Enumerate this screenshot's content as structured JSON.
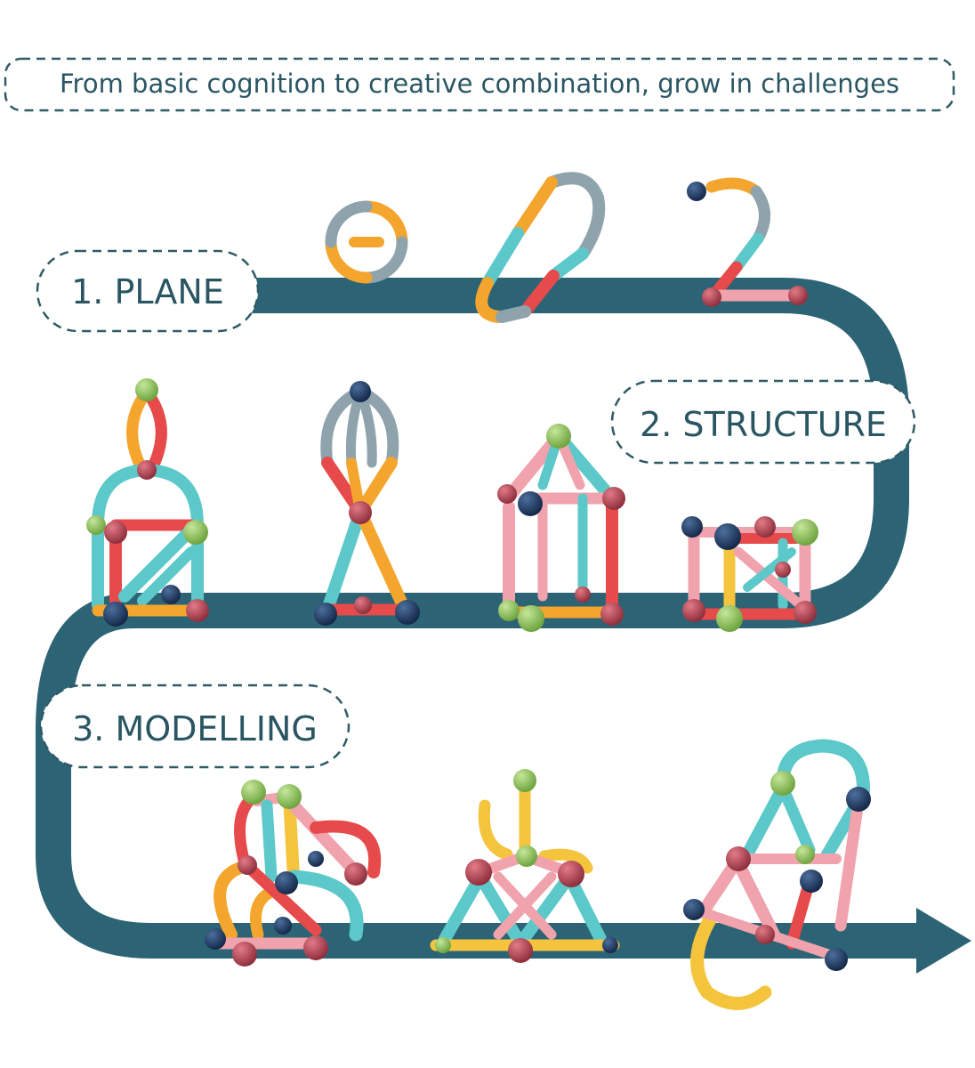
{
  "headline": "From basic cognition to creative combination, grow in challenges",
  "stages": [
    {
      "label": "1. PLANE"
    },
    {
      "label": "2. STRUCTURE"
    },
    {
      "label": "3. MODELLING"
    }
  ],
  "colors": {
    "path": "#2c6375",
    "dashed_border": "#2f5a66",
    "text": "#2a5663",
    "rod_orange": "#f3a52e",
    "rod_teal": "#5cc8c9",
    "rod_red": "#e64a4a",
    "rod_pink": "#f0a3ad",
    "rod_yellow": "#f4c43d",
    "rod_grey": "#8fa3ad",
    "ball_navy": "#1d3a63",
    "ball_green": "#8ec65a",
    "ball_maroon": "#b84455"
  },
  "icons": [
    "arrow-head-icon",
    "magnetic-stick-model-icon"
  ]
}
